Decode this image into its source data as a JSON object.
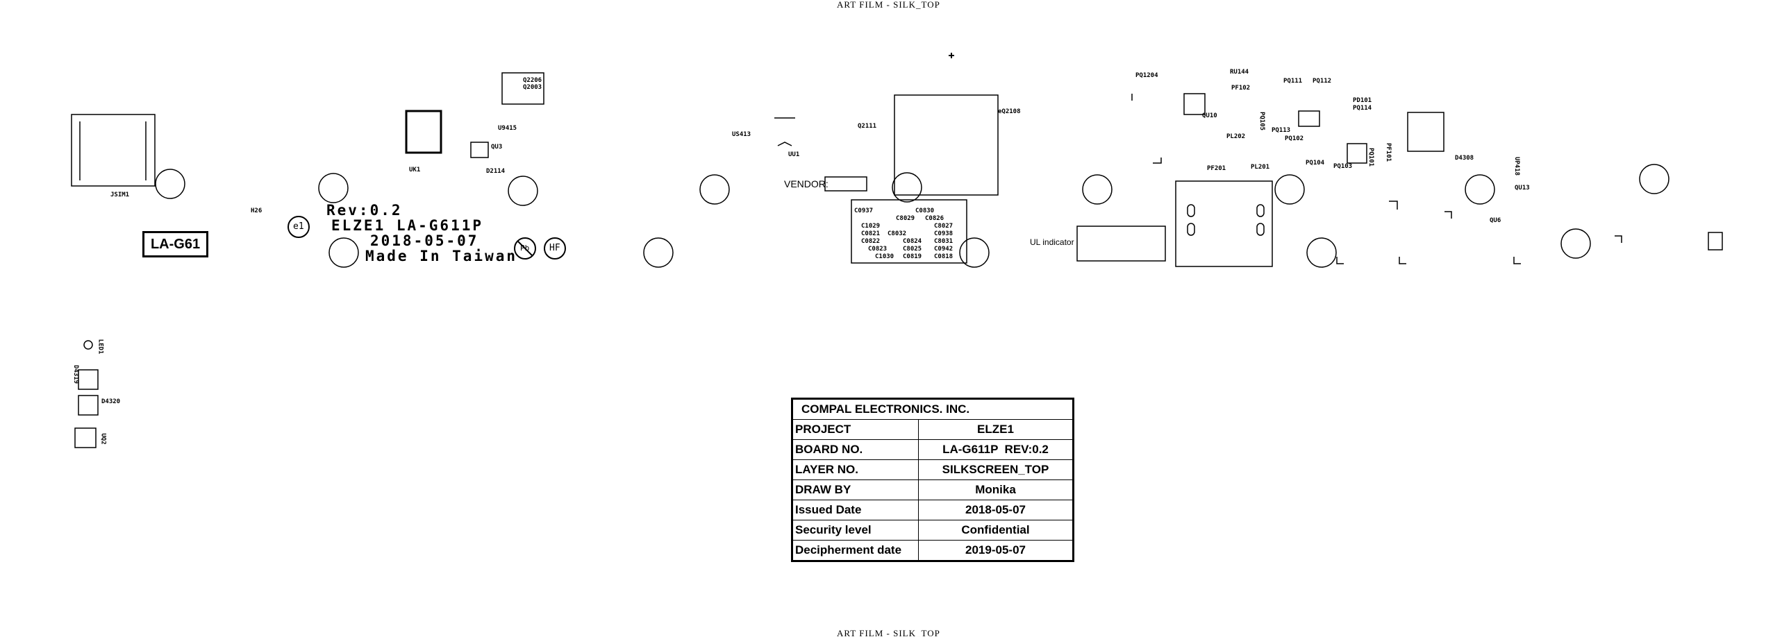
{
  "header": {
    "top_caption": "ART FILM - SILK_TOP",
    "bottom_caption": "ART FILM - SILK_TOP"
  },
  "board_marking": {
    "part_box": "LA-G61",
    "h_label": "H26",
    "rev": "Rev:0.2",
    "board": "ELZE1 LA-G611P",
    "date": "2018-05-07",
    "origin": "Made In Taiwan",
    "e1_mark": "e1",
    "pb_mark": "Pb",
    "hf_mark": "HF"
  },
  "vendor_label": "VENDOR:",
  "ul_label": "UL indicator",
  "components": [
    "JSIM1",
    "UK1",
    "QU3",
    "D2114",
    "U9415",
    "Q2206",
    "Q2003",
    "US413",
    "UU1",
    "Q2111",
    "eQ2108",
    "PQ1204",
    "RU144",
    "QU10",
    "PF102",
    "PQ111",
    "PQ112",
    "PD101",
    "PQ114",
    "PQ113",
    "PQ102",
    "PL202",
    "PF201",
    "PL201",
    "PQ104",
    "PQ103",
    "PF101",
    "PQ101",
    "PQ105",
    "D4308",
    "QU13",
    "QU6",
    "D4320",
    "C0937",
    "C0830",
    "C8029",
    "C0826",
    "C8027",
    "C1029",
    "C0821",
    "C8032",
    "C0822",
    "C0824",
    "C0938",
    "C8025",
    "C8031",
    "C0823",
    "C1030",
    "C0942",
    "C0819",
    "C0818",
    "LED1",
    "D4319",
    "UQ2",
    "UP418"
  ],
  "title_block": {
    "company": "COMPAL ELECTRONICS. INC.",
    "rows": [
      {
        "label": "PROJECT",
        "value": "ELZE1"
      },
      {
        "label": "BOARD NO.",
        "value": "LA-G611P  REV:0.2"
      },
      {
        "label": "LAYER NO.",
        "value": "SILKSCREEN_TOP"
      },
      {
        "label": "DRAW BY",
        "value": "Monika"
      },
      {
        "label": "Issued Date",
        "value": "2018-05-07"
      },
      {
        "label": "Security level",
        "value": "Confidential"
      },
      {
        "label": "Decipherment date",
        "value": "2019-05-07"
      }
    ]
  }
}
